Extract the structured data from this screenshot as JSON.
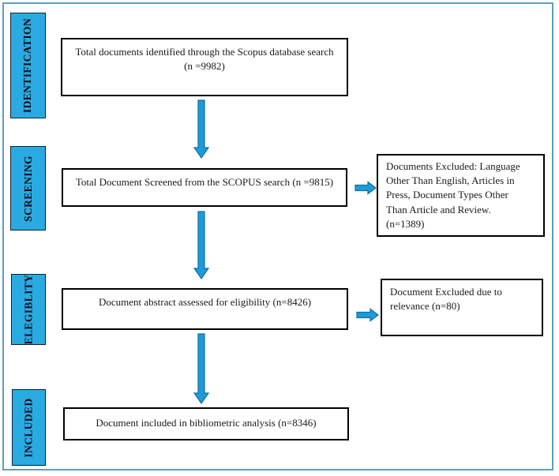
{
  "diagram": {
    "stages": [
      {
        "label": "IDENTIFICATION"
      },
      {
        "label": "SCREENING"
      },
      {
        "label": "ELEGIBLITY"
      },
      {
        "label": "INCLUDED"
      }
    ],
    "boxes": {
      "identified": "Total documents identified through the Scopus database search\n(n =9982)",
      "screened": "Total Document Screened from the SCOPUS search (n =9815)",
      "eligibility": "Document abstract assessed for eligibility (n=8426)",
      "included": "Document included in bibliometric analysis (n=8346)",
      "excluded_screening": "Documents Excluded: Language\nOther Than English, Articles in\nPress, Document Types Other\nThan Article and Review.\n(n=1389)",
      "excluded_eligibility": "Document Excluded due to\nrelevance (n=80)"
    },
    "colors": {
      "stage_fill": "#29ABE2",
      "stage_border": "#0d2233",
      "box_border": "#000000",
      "arrow_fill": "#1E9BD7",
      "arrow_stroke": "#0F6FA3",
      "frame_border": "#5E9EC4"
    }
  }
}
